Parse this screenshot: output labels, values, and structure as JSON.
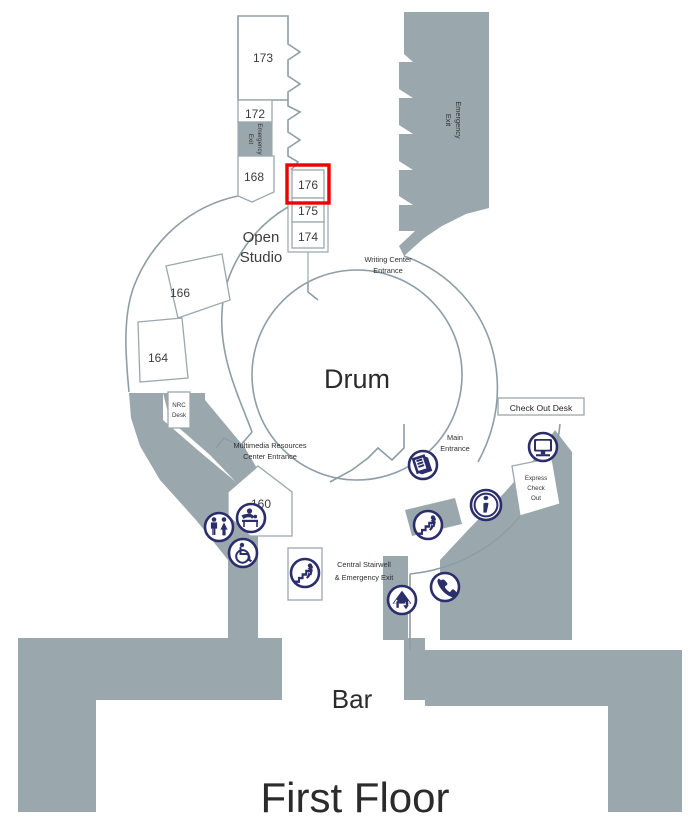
{
  "map": {
    "title": "First Floor",
    "atrium_label": "Drum",
    "bar_label": "Bar",
    "open_studio_label": "Open\nStudio",
    "open_studio_line1": "Open",
    "open_studio_line2": "Studio"
  },
  "colors": {
    "building_fill": "#9aa8ae",
    "wall_stroke": "#8d9da6",
    "icon_navy": "#2b2e6b",
    "highlight_red": "#ee0000",
    "text_dark": "#2b2b2b",
    "background": "#ffffff"
  },
  "rooms": [
    {
      "id": "room-173",
      "number": "173"
    },
    {
      "id": "room-172",
      "number": "172"
    },
    {
      "id": "room-168",
      "number": "168"
    },
    {
      "id": "room-176",
      "number": "176",
      "highlighted": true
    },
    {
      "id": "room-175",
      "number": "175"
    },
    {
      "id": "room-174",
      "number": "174"
    },
    {
      "id": "room-166",
      "number": "166"
    },
    {
      "id": "room-164",
      "number": "164"
    },
    {
      "id": "room-160",
      "number": "160"
    }
  ],
  "labels": {
    "emergency_exit_left_line1": "Emergency",
    "emergency_exit_left_line2": "Exit",
    "emergency_exit_right_line1": "Emergency",
    "emergency_exit_right_line2": "Exit",
    "writing_center_line1": "Writing Center",
    "writing_center_line2": "Entrance",
    "nrc_desk_line1": "NRC",
    "nrc_desk_line2": "Desk",
    "multimedia_line1": "Multimedia Resources",
    "multimedia_line2": "Center Entrance",
    "main_entrance_line1": "Main",
    "main_entrance_line2": "Entrance",
    "check_out_desk": "Check Out Desk",
    "express_line1": "Express",
    "express_line2": "Check",
    "express_line3": "Out",
    "central_stairwell_line1": "Central Stairwell",
    "central_stairwell_line2": "& Emergency Exit"
  },
  "icons": [
    {
      "id": "restrooms-icon",
      "name": "restrooms-icon",
      "meaning": "Restrooms"
    },
    {
      "id": "baby-changing-icon",
      "name": "baby-changing-icon",
      "meaning": "Baby Changing Station"
    },
    {
      "id": "wheelchair-icon",
      "name": "wheelchair-icon",
      "meaning": "Accessible"
    },
    {
      "id": "stairs-left-icon",
      "name": "stairs-icon",
      "meaning": "Stairs"
    },
    {
      "id": "stairs-right-icon",
      "name": "stairs-icon",
      "meaning": "Stairs"
    },
    {
      "id": "book-icon",
      "name": "book-icon",
      "meaning": "Library / Books"
    },
    {
      "id": "information-icon",
      "name": "information-icon",
      "meaning": "Information"
    },
    {
      "id": "computer-icon",
      "name": "computer-icon",
      "meaning": "Computer / Express Check Out"
    },
    {
      "id": "telephone-icon",
      "name": "telephone-icon",
      "meaning": "Telephone"
    },
    {
      "id": "elevator-icon",
      "name": "elevator-icon",
      "meaning": "Elevator"
    }
  ]
}
